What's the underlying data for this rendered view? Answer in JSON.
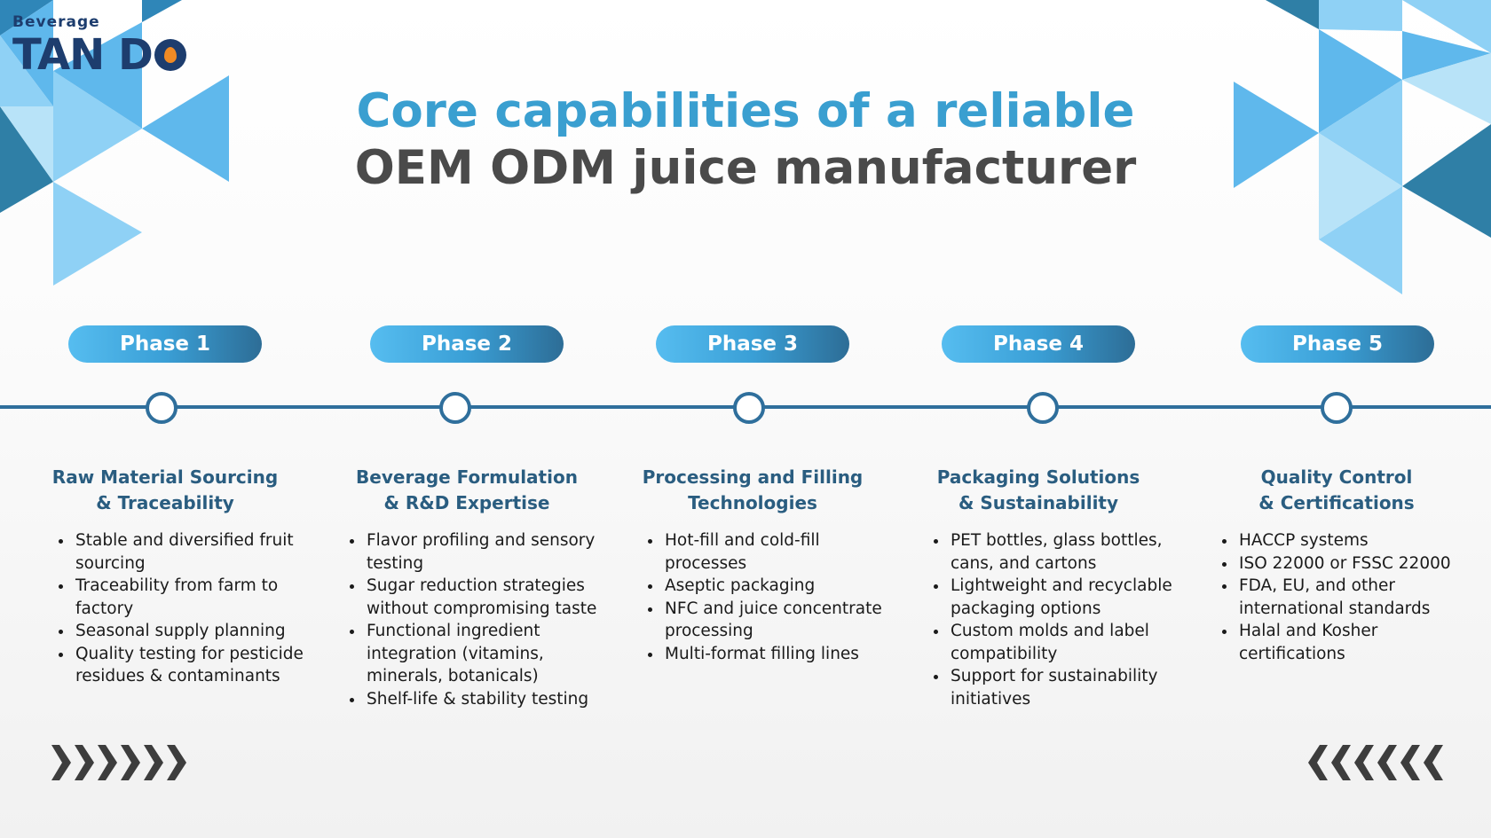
{
  "logo": {
    "small_text": "Beverage",
    "main_text": "TAN DO",
    "main_letters": "TAN D",
    "drop_icon": "orange-water-drop-icon"
  },
  "title": {
    "line1": "Core capabilities of a reliable",
    "line2": "OEM ODM juice manufacturer"
  },
  "colors": {
    "title_accent": "#3a9fd0",
    "title_dark": "#4a4a4a",
    "heading": "#2a5d80",
    "timeline": "#2f6f9c",
    "pill_start": "#56bdf0",
    "pill_end": "#2d6d96"
  },
  "phases": [
    {
      "label": "Phase 1",
      "heading_line1": "Raw Material Sourcing",
      "heading_line2": "& Traceability",
      "bullets": [
        "Stable and diversified fruit sourcing",
        "Traceability from farm to factory",
        "Seasonal supply planning",
        "Quality testing for pesticide residues & contaminants"
      ]
    },
    {
      "label": "Phase 2",
      "heading_line1": "Beverage Formulation",
      "heading_line2": "& R&D Expertise",
      "bullets": [
        "Flavor profiling and sensory testing",
        "Sugar reduction strategies without compromising taste",
        "Functional ingredient integration (vitamins, minerals, botanicals)",
        "Shelf-life & stability testing"
      ]
    },
    {
      "label": "Phase 3",
      "heading_line1": "Processing and Filling",
      "heading_line2": "Technologies",
      "bullets": [
        "Hot-fill and cold-fill processes",
        "Aseptic packaging",
        "NFC and juice concentrate processing",
        "Multi-format filling lines"
      ]
    },
    {
      "label": "Phase 4",
      "heading_line1": "Packaging Solutions",
      "heading_line2": "& Sustainability",
      "bullets": [
        "PET bottles, glass bottles, cans, and cartons",
        "Lightweight and recyclable packaging options",
        "Custom molds and label compatibility",
        "Support for sustainability initiatives"
      ]
    },
    {
      "label": "Phase 5",
      "heading_line1": "Quality Control",
      "heading_line2": "& Certifications",
      "bullets": [
        "HACCP systems",
        "ISO 22000 or FSSC 22000",
        "FDA, EU, and other international standards",
        "Halal and Kosher certifications"
      ]
    }
  ],
  "decor": {
    "left_chevrons_icon": "chevrons-right-icon",
    "right_chevrons_icon": "chevrons-left-icon"
  }
}
